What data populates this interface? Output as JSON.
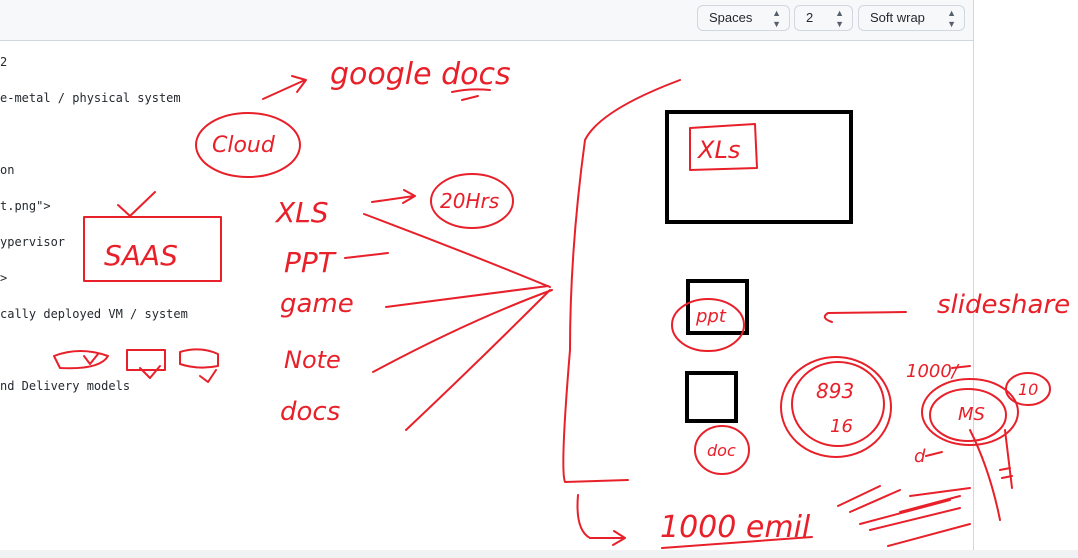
{
  "toolbar": {
    "indent_mode": "Spaces",
    "indent_size": "2",
    "wrap_mode": "Soft wrap"
  },
  "code_lines": [
    "2",
    "e-metal / physical system",
    "on",
    "t.png\">",
    "ypervisor",
    ">",
    "cally deployed VM / system",
    "nd Delivery models"
  ],
  "annotations": {
    "google_docs": "google docs",
    "cloud": "Cloud",
    "saas": "SAAS",
    "xls": "XLS",
    "ppt": "PPT",
    "game": "game",
    "note": "Note",
    "docs": "docs",
    "twenty_hrs": "20Hrs",
    "xls_box": "XLs",
    "ppt_box": "ppt",
    "docs_box": "doc",
    "slideshare": "slideshare",
    "circle_count": "893",
    "circle_sub": "16",
    "one_thousand": "1000/",
    "ms": "MS",
    "ten": "10",
    "d": "d",
    "thousand_emails": "1000 emil"
  },
  "colors": {
    "ink": "#e8202a",
    "box": "#000000"
  }
}
